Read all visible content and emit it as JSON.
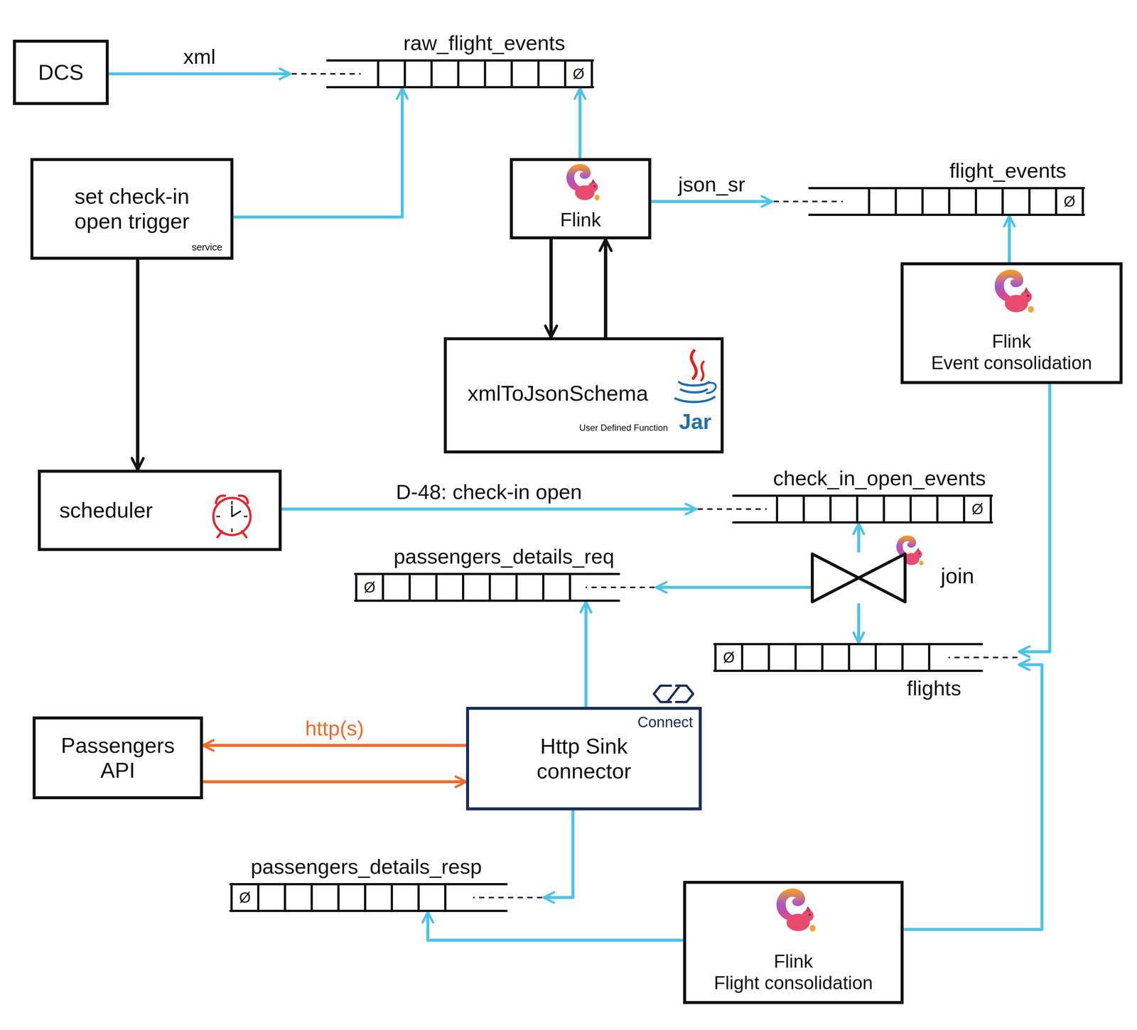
{
  "diagram": {
    "nodes": [
      {
        "text": [
          "DCS"
        ]
      },
      {
        "text": [
          "raw_flight_events",
          "Ø"
        ]
      },
      {
        "text": [
          "set check-in open trigger",
          "service"
        ]
      },
      {
        "text": [
          "Flink"
        ]
      },
      {
        "text": [
          "flight_events",
          "Ø"
        ]
      },
      {
        "text": [
          "Flink",
          "Event consolidation"
        ]
      },
      {
        "text": [
          "xmlToJsonSchema",
          "User Defined Function",
          "Jar"
        ]
      },
      {
        "text": [
          "scheduler"
        ]
      },
      {
        "text": [
          "check_in_open_events",
          "Ø"
        ]
      },
      {
        "text": [
          "passengers_details_req",
          "Ø"
        ]
      },
      {
        "text": [
          "join"
        ]
      },
      {
        "text": [
          "flights",
          "Ø"
        ]
      },
      {
        "text": [
          "Passengers API"
        ]
      },
      {
        "text": [
          "Http Sink connector",
          "Connect"
        ]
      },
      {
        "text": [
          "passengers_details_resp",
          "Ø"
        ]
      },
      {
        "text": [
          "Flink",
          "Flight consolidation"
        ]
      }
    ],
    "edges": [
      {
        "from": 0,
        "to": 1,
        "arrow": "to",
        "label": "xml"
      },
      {
        "from": 2,
        "to": 1,
        "arrow": "to"
      },
      {
        "from": 2,
        "to": 7,
        "arrow": "to"
      },
      {
        "from": 3,
        "to": 1,
        "arrow": "to"
      },
      {
        "from": 3,
        "to": 4,
        "arrow": "to",
        "label": "json_sr"
      },
      {
        "from": 3,
        "to": 6,
        "arrow": "to"
      },
      {
        "from": 6,
        "to": 3,
        "arrow": "to"
      },
      {
        "from": 5,
        "to": 4,
        "arrow": "to"
      },
      {
        "from": 5,
        "to": 11,
        "arrow": "to"
      },
      {
        "from": 7,
        "to": 8,
        "arrow": "to",
        "label": "D-48: check-in open"
      },
      {
        "from": 10,
        "to": 8,
        "arrow": "to"
      },
      {
        "from": 10,
        "to": 11,
        "arrow": "to"
      },
      {
        "from": 10,
        "to": 9,
        "arrow": "to"
      },
      {
        "from": 13,
        "to": 9,
        "arrow": "to"
      },
      {
        "from": 13,
        "to": 12,
        "arrow": "to",
        "label": "http(s)"
      },
      {
        "from": 12,
        "to": 13,
        "arrow": "to"
      },
      {
        "from": 13,
        "to": 14,
        "arrow": "to"
      },
      {
        "from": 15,
        "to": 14,
        "arrow": "to"
      },
      {
        "from": 15,
        "to": 11,
        "arrow": "to"
      }
    ]
  }
}
